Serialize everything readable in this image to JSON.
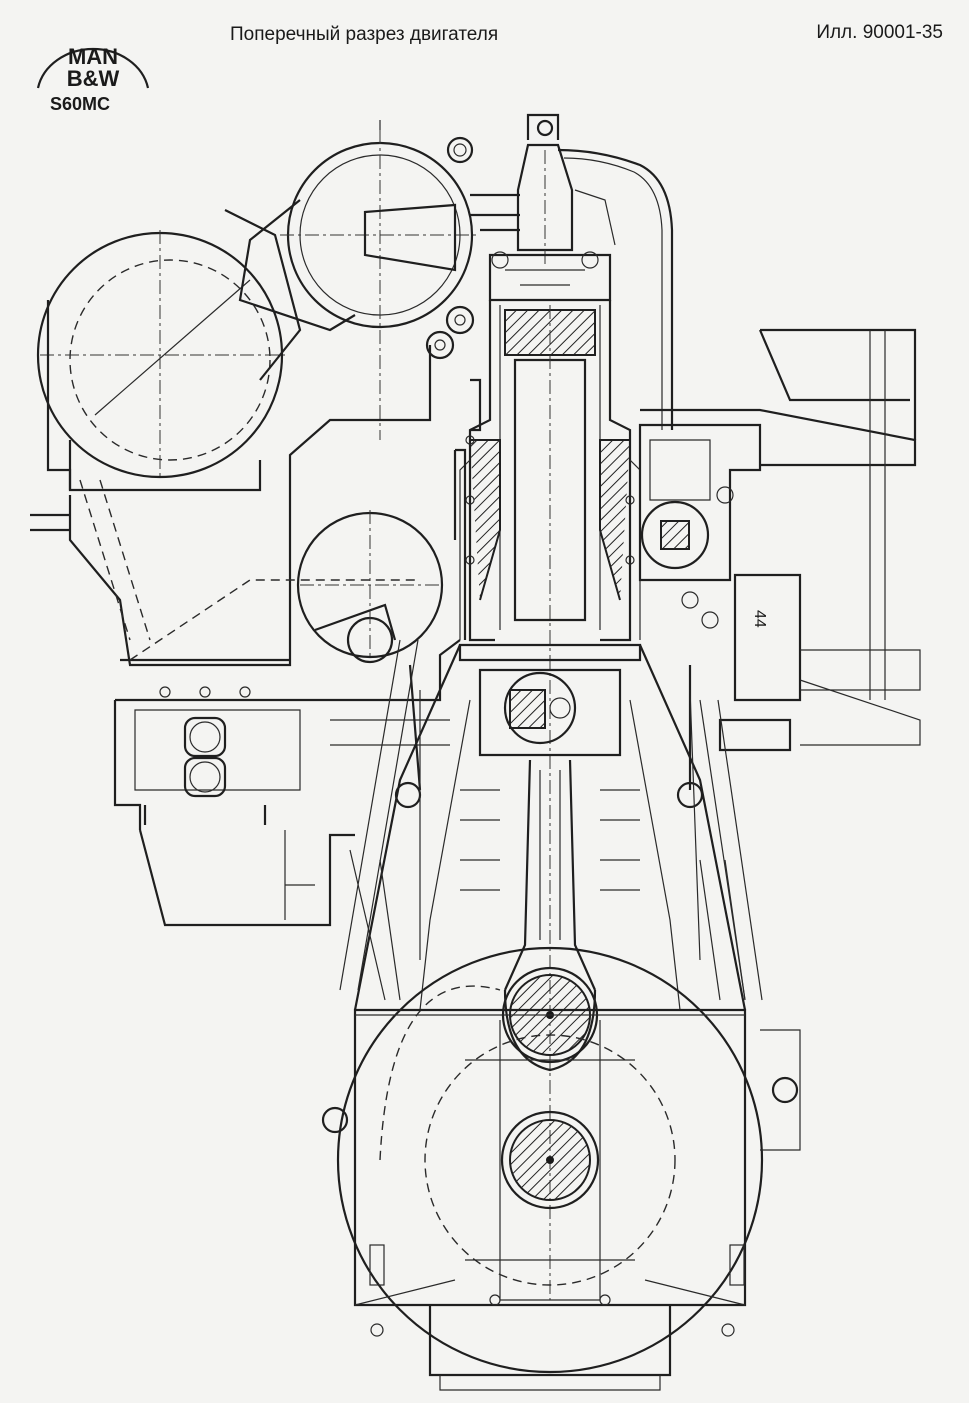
{
  "header": {
    "title": "Поперечный разрез двигателя",
    "ill_number": "Илл. 90001-35"
  },
  "logo": {
    "line1": "MAN",
    "line2": "B&W",
    "model": "S60MC"
  },
  "drawing": {
    "label_left_parts": "44"
  }
}
